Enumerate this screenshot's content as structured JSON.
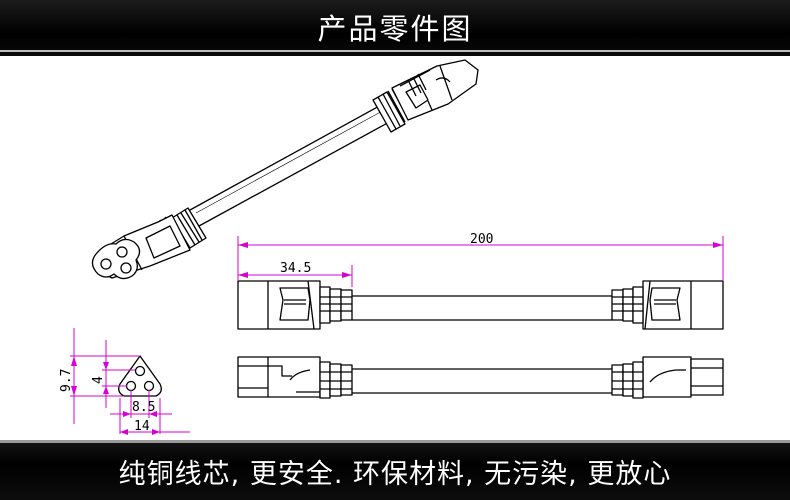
{
  "header": {
    "title": "产品零件图"
  },
  "footer": {
    "slogan": "纯铜线芯, 更安全. 环保材料, 无污染, 更放心"
  },
  "dimensions": {
    "overall_length": "200",
    "plug_length": "34.5",
    "face_height": "9.7",
    "pin_offset": "4",
    "pin_spacing": "8.5",
    "face_width": "14"
  },
  "colors": {
    "dimension_line": "#d400d4",
    "drawing_line": "#000000"
  }
}
